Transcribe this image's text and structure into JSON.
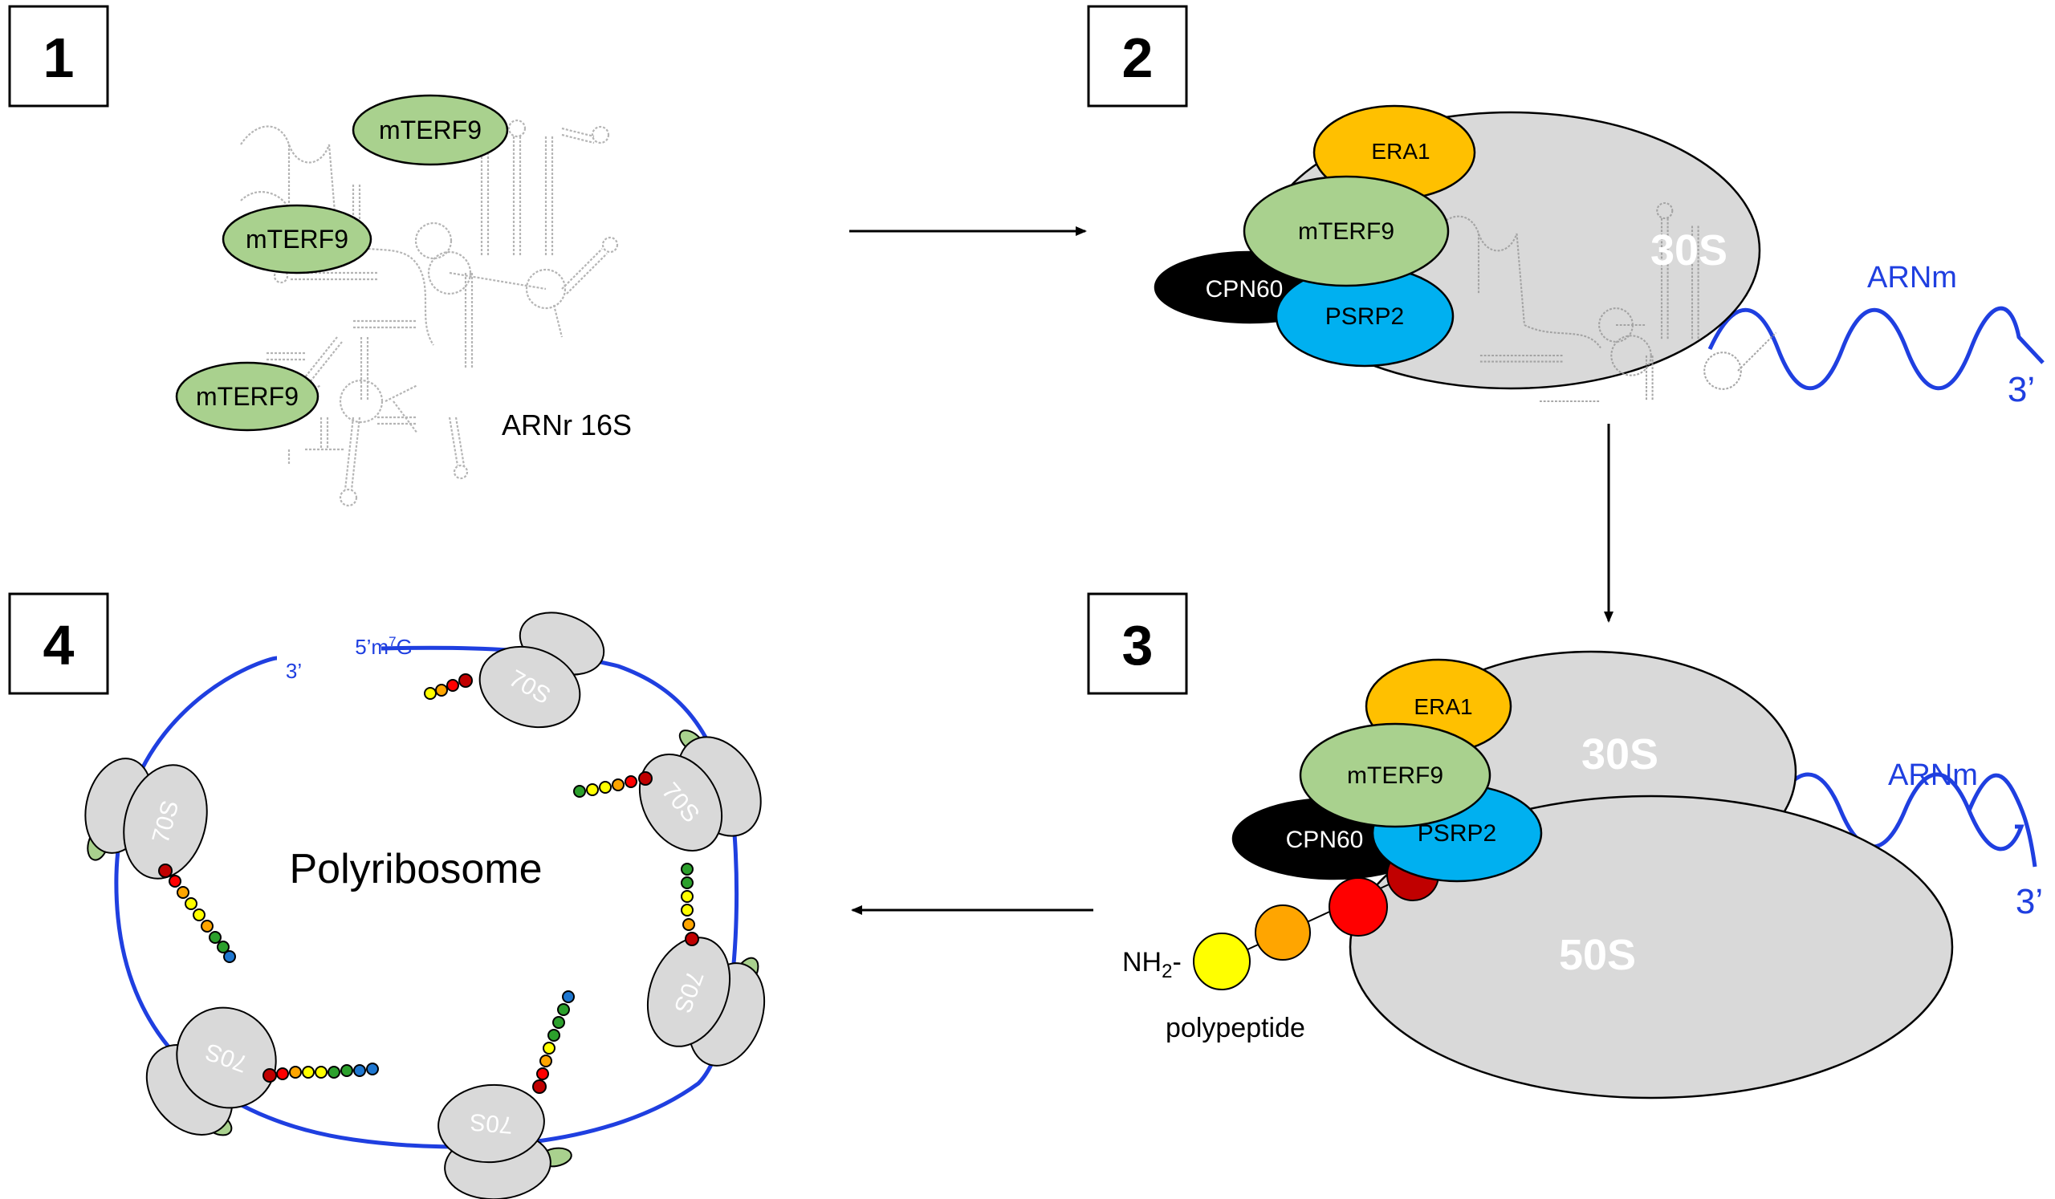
{
  "panels": [
    {
      "number": "1"
    },
    {
      "number": "2"
    },
    {
      "number": "3"
    },
    {
      "number": "4"
    }
  ],
  "panel1": {
    "protein_label": "mTERF9",
    "rrna_label": "ARNr 16S"
  },
  "panel2": {
    "era1": "ERA1",
    "mterf9": "mTERF9",
    "cpn60": "CPN60",
    "psrp2": "PSRP2",
    "subunit": "30S",
    "mrna": "ARNm",
    "three_prime": "3’"
  },
  "panel3": {
    "era1": "ERA1",
    "mterf9": "mTERF9",
    "cpn60": "CPN60",
    "psrp2": "PSRP2",
    "small_subunit": "30S",
    "large_subunit": "50S",
    "mrna": "ARNm",
    "three_prime": "3’",
    "nh2": "NH2-",
    "polypeptide": "polypeptide"
  },
  "panel4": {
    "title": "Polyribosome",
    "ribosome_label": "70S",
    "three_prime": "3’",
    "five_prime": "5’m7G"
  },
  "colors": {
    "mterf9": "#a9d18e",
    "era1": "#ffc000",
    "psrp2": "#00b0f0",
    "cpn60": "#000000",
    "ribosome": "#d9d9d9",
    "mrna": "#1f3fe0",
    "bead_red": "#ff0000",
    "bead_darkred": "#c00000",
    "bead_orange": "#ffa500",
    "bead_yellow": "#ffff00",
    "bead_green": "#2ca02c",
    "bead_blue": "#1f77d0"
  }
}
